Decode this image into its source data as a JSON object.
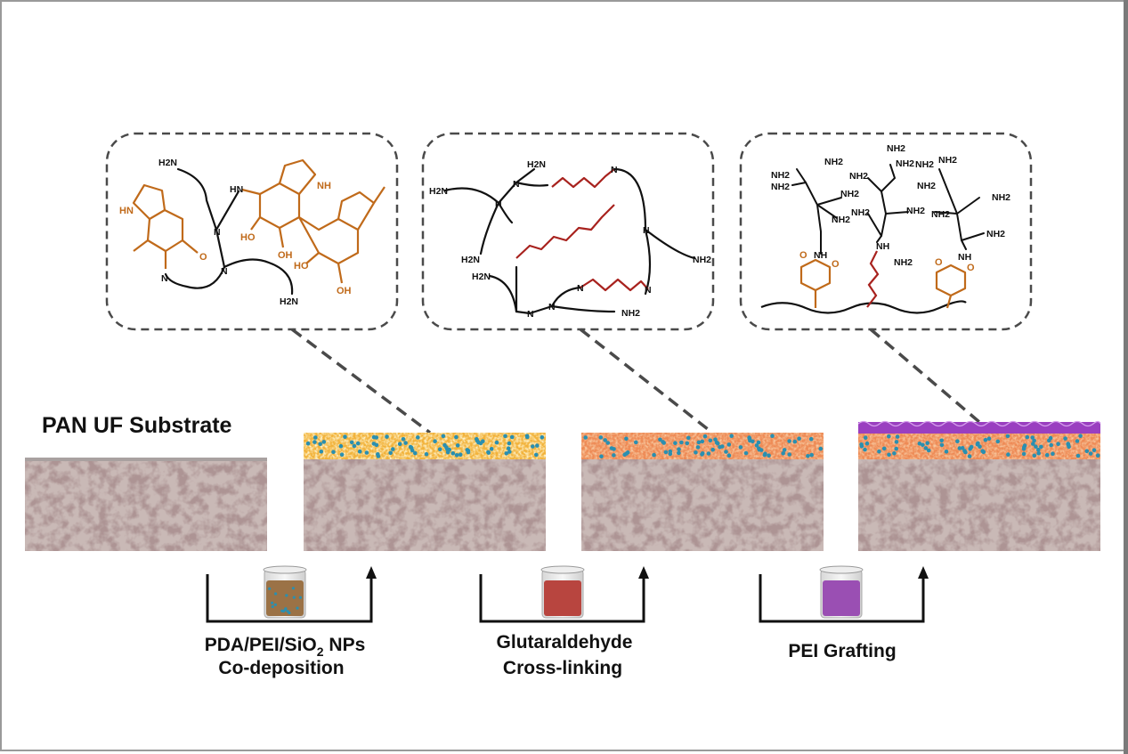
{
  "substrate_title": "PAN UF Substrate",
  "steps": [
    {
      "line1": "PDA/PEI/SiO",
      "sub": "2",
      "line1_tail": " NPs",
      "line2": "Co-deposition",
      "solution_color": "#9b7246"
    },
    {
      "line1": "Glutaraldehyde",
      "line2": "Cross-linking",
      "solution_color": "#b8453f"
    },
    {
      "line1": "PEI Grafting",
      "line2": "",
      "solution_color": "#9a4fb3"
    }
  ],
  "colors": {
    "pda": "#c06a1a",
    "glutaraldehyde": "#a8221e",
    "pei": "#111111",
    "layer_yellow": "#f2b23a",
    "layer_orange": "#ee8a55",
    "layer_purple": "#9a3fc0",
    "nanoparticle": "#2a8fb0",
    "substrate": "#8d7a78"
  },
  "panel1": {
    "labels": [
      "H2N",
      "HN",
      "NH",
      "HN",
      "N",
      "O",
      "N",
      "HO",
      "OH",
      "HO",
      "OH",
      "N",
      "H2N"
    ]
  },
  "panel2": {
    "labels": [
      "H2N",
      "H2N",
      "N",
      "N",
      "N",
      "H2N",
      "N",
      "NH2",
      "H2N",
      "N",
      "N",
      "N",
      "N",
      "NH2"
    ]
  },
  "panel3": {
    "labels": [
      "NH2",
      "NH2",
      "NH2",
      "NH2",
      "NH2",
      "NH2",
      "NH2",
      "NH2",
      "NH2",
      "NH2",
      "NH2",
      "NH2",
      "NH2",
      "NH2",
      "NH2",
      "NH2",
      "NH2",
      "NH",
      "NH",
      "NH",
      "O",
      "O",
      "O",
      "O"
    ]
  }
}
